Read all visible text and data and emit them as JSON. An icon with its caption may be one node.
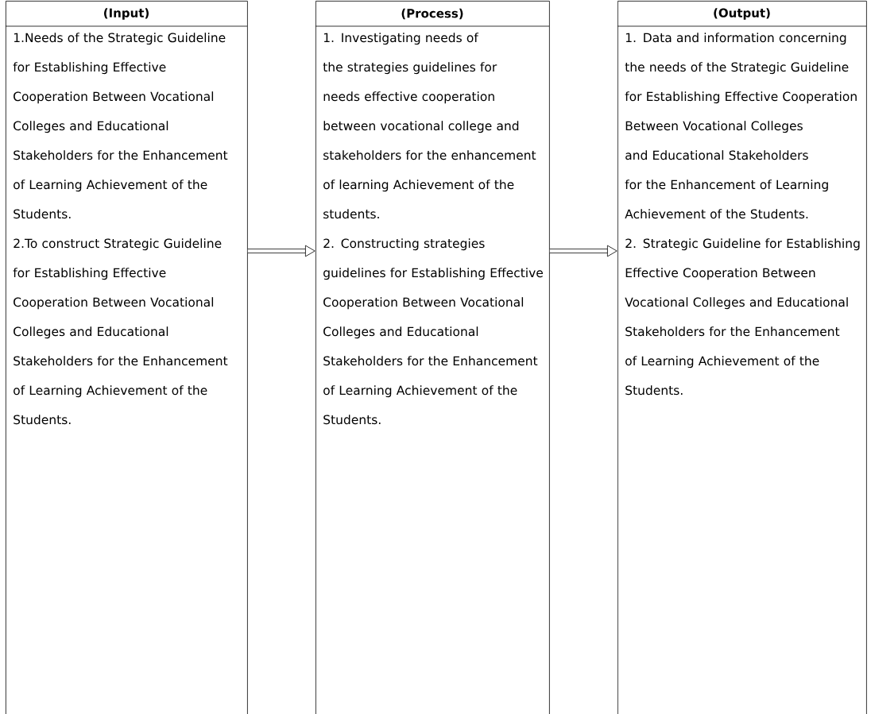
{
  "diagram": {
    "nodes": [
      {
        "text": [
          "(Input)",
          "1.Needs of the Strategic Guideline for Establishing Effective Cooperation Between Vocational Colleges and Educational Stakeholders for the Enhancement of Learning Achievement of the Students.",
          "2.To construct Strategic Guideline for Establishing Effective Cooperation Between Vocational Colleges and Educational Stakeholders for the Enhancement of Learning Achievement of the Students."
        ]
      },
      {
        "text": [
          "(Process)",
          "1. Investigating needs of the strategies guidelines for needs effective cooperation between vocational college and stakeholders for the enhancement of learning Achievement of the students.",
          "2. Constructing strategies guidelines for Establishing Effective Cooperation Between Vocational Colleges and Educational Stakeholders for the Enhancement of Learning Achievement of the Students."
        ]
      },
      {
        "text": [
          "(Output)",
          "1. Data and information concerning the needs of the Strategic Guideline for Establishing Effective Cooperation Between Vocational Colleges and Educational Stakeholders for the Enhancement of Learning Achievement of the Students.",
          "2. Strategic Guideline for Establishing Effective Cooperation Between Vocational Colleges and Educational Stakeholders for the Enhancement of Learning Achievement of the Students."
        ]
      }
    ],
    "edges": [
      {
        "from": 0,
        "to": 1,
        "arrow": "to"
      },
      {
        "from": 1,
        "to": 2,
        "arrow": "to"
      }
    ]
  }
}
